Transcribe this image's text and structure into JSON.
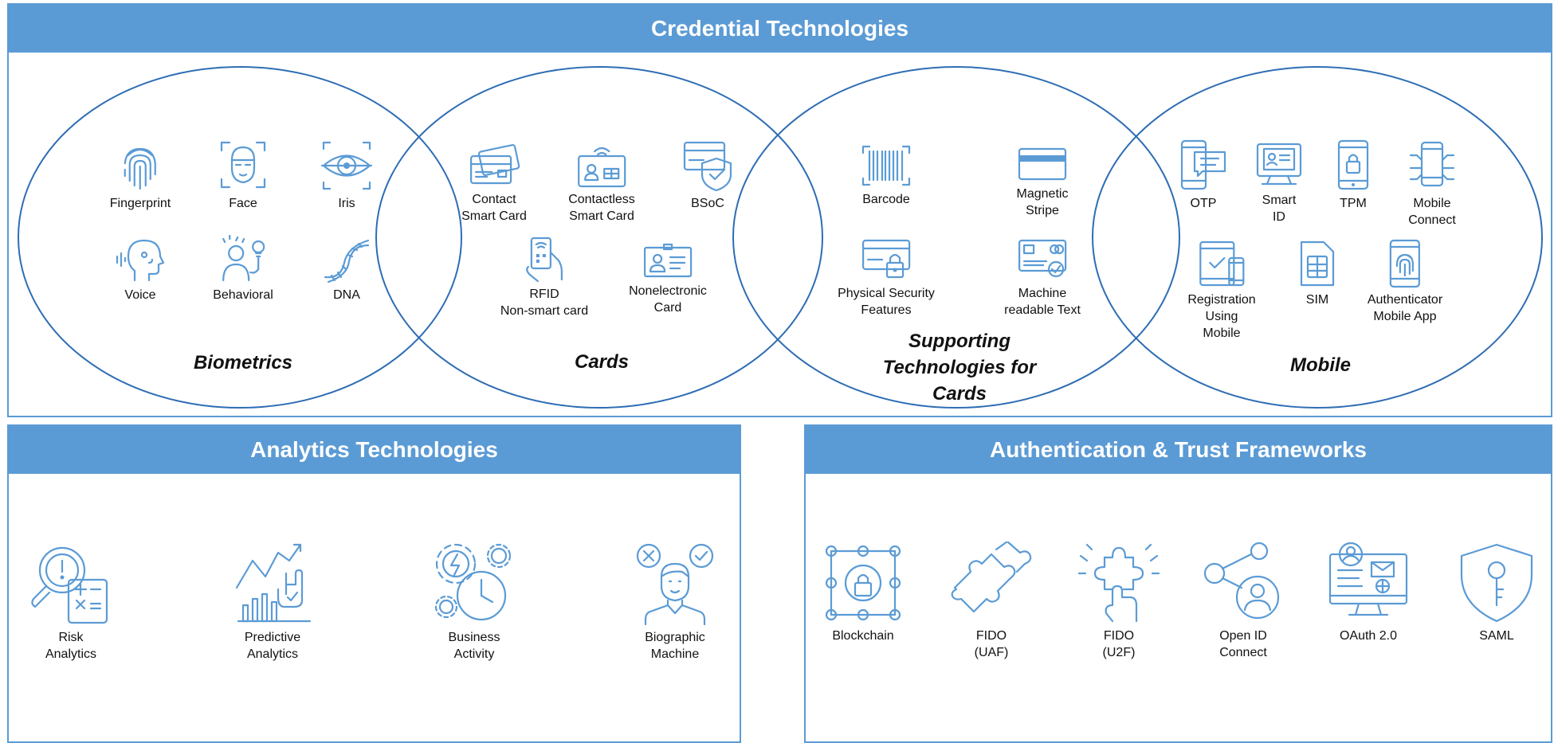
{
  "credential": {
    "title": "Credential Technologies",
    "groups": {
      "biometrics": {
        "title": "Biometrics",
        "items": [
          "Fingerprint",
          "Face",
          "Iris",
          "Voice",
          "Behavioral",
          "DNA"
        ]
      },
      "cards": {
        "title": "Cards",
        "items": [
          "Contact\nSmart Card",
          "Contactless\nSmart Card",
          "BSoC",
          "RFID\nNon-smart card",
          "Nonelectronic\nCard"
        ]
      },
      "supporting": {
        "title": "Supporting\nTechnologies for\nCards",
        "items": [
          "Barcode",
          "Magnetic\nStripe",
          "Physical Security\nFeatures",
          "Machine\nreadable Text"
        ]
      },
      "mobile": {
        "title": "Mobile",
        "items": [
          "OTP",
          "Smart\nID",
          "TPM",
          "Mobile\nConnect",
          "Registration\nUsing\nMobile",
          "SIM",
          "Authenticator\nMobile App"
        ]
      }
    }
  },
  "analytics": {
    "title": "Analytics Technologies",
    "items": [
      "Risk\nAnalytics",
      "Predictive\nAnalytics",
      "Business\nActivity",
      "Biographic\nMachine"
    ]
  },
  "auth": {
    "title": "Authentication & Trust Frameworks",
    "items": [
      "Blockchain",
      "FIDO\n(UAF)",
      "FIDO\n(U2F)",
      "Open ID\nConnect",
      "OAuth 2.0",
      "SAML"
    ]
  },
  "colors": {
    "accent": "#5b9bd5",
    "ellipse": "#2e6db4"
  }
}
